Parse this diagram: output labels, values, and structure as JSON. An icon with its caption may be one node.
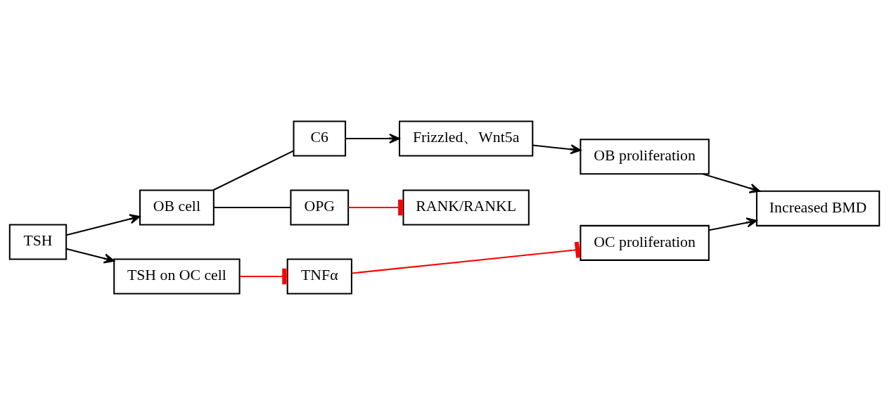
{
  "diagram": {
    "nodes": [
      {
        "text": [
          "TSH"
        ]
      },
      {
        "text": [
          "OB cell"
        ]
      },
      {
        "text": [
          "C6"
        ]
      },
      {
        "text": [
          "OPG"
        ]
      },
      {
        "text": [
          "RANK/RANKL"
        ]
      },
      {
        "text": [
          "Frizzled、Wnt5a"
        ]
      },
      {
        "text": [
          "OB proliferation"
        ]
      },
      {
        "text": [
          "TSH on OC cell"
        ]
      },
      {
        "text": [
          "TNFα"
        ]
      },
      {
        "text": [
          "OC proliferation"
        ]
      },
      {
        "text": [
          "Increased BMD"
        ]
      }
    ],
    "edges": [
      {
        "from": 0,
        "to": 1,
        "arrow": "to"
      },
      {
        "from": 0,
        "to": 7,
        "arrow": "to"
      },
      {
        "from": 1,
        "to": 2,
        "arrow": "none"
      },
      {
        "from": 1,
        "to": 3,
        "arrow": "none"
      },
      {
        "from": 2,
        "to": 5,
        "arrow": "to"
      },
      {
        "from": 3,
        "to": 4,
        "arrow": "other",
        "color": "#ff0000"
      },
      {
        "from": 5,
        "to": 6,
        "arrow": "to"
      },
      {
        "from": 6,
        "to": 10,
        "arrow": "to"
      },
      {
        "from": 7,
        "to": 8,
        "arrow": "other",
        "color": "#ff0000"
      },
      {
        "from": 8,
        "to": 9,
        "arrow": "other",
        "color": "#ff0000"
      },
      {
        "from": 9,
        "to": 10,
        "arrow": "to"
      }
    ]
  }
}
